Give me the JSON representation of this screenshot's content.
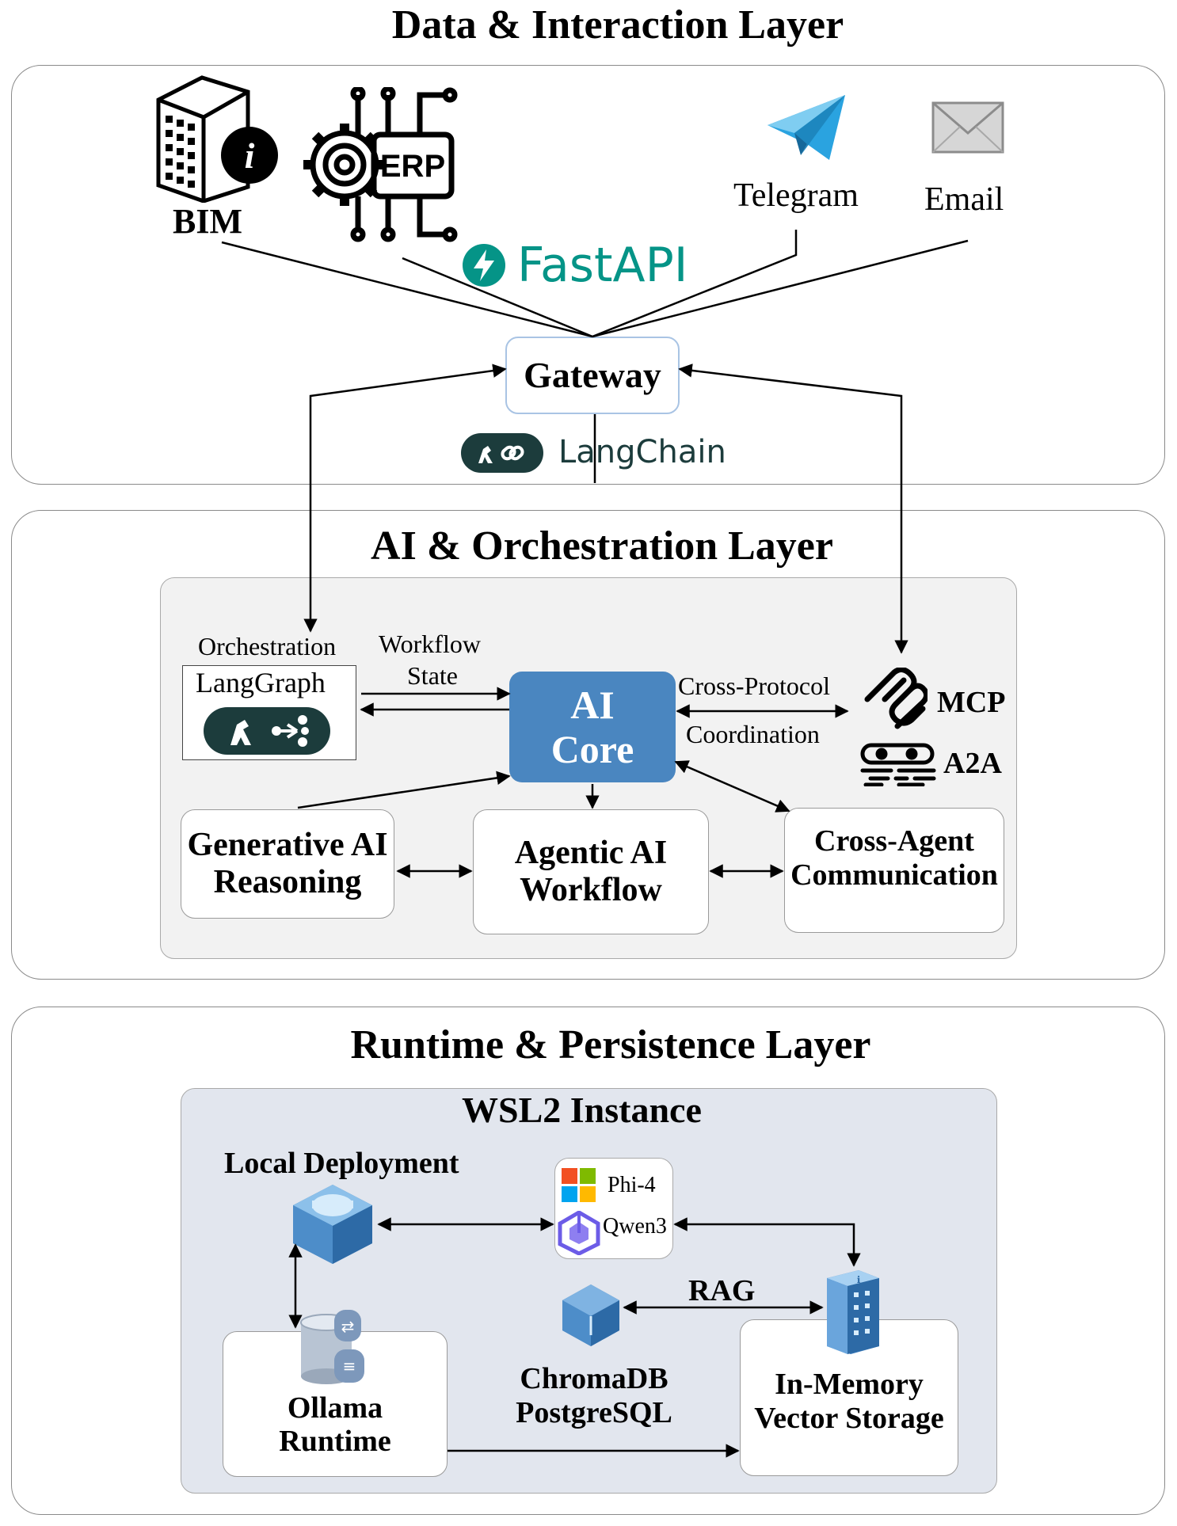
{
  "layers": {
    "data": {
      "title": "Data & Interaction Layer"
    },
    "ai": {
      "title": "AI & Orchestration Layer"
    },
    "runtime": {
      "title": "Runtime & Persistence Layer"
    }
  },
  "data_layer": {
    "bim_label": "BIM",
    "erp_label": "ERP",
    "telegram_label": "Telegram",
    "email_label": "Email",
    "fastapi_label": "FastAPI",
    "gateway_label": "Gateway",
    "langchain_label": "LangChain"
  },
  "ai_layer": {
    "orchestration_label": "Orchestration",
    "langgraph_label": "LangGraph",
    "workflow_state_line1": "Workflow",
    "workflow_state_line2": "State",
    "ai_core_line1": "AI",
    "ai_core_line2": "Core",
    "cross_protocol_label": "Cross-Protocol",
    "coordination_label": "Coordination",
    "mcp_label": "MCP",
    "a2a_label": "A2A",
    "gen_ai_line1": "Generative AI",
    "gen_ai_line2": "Reasoning",
    "agentic_line1": "Agentic AI",
    "agentic_line2": "Workflow",
    "cross_agent_line1": "Cross-Agent",
    "cross_agent_line2": "Communication"
  },
  "runtime_layer": {
    "wsl_title": "WSL2 Instance",
    "local_deployment_label": "Local Deployment",
    "phi_label": "Phi-4",
    "qwen_label": "Qwen3",
    "rag_label": "RAG",
    "chroma_line1": "ChromaDB",
    "chroma_line2": "PostgreSQL",
    "ollama_line1": "Ollama",
    "ollama_line2": "Runtime",
    "inmemory_line1": "In-Memory",
    "inmemory_line2": "Vector Storage"
  },
  "colors": {
    "ai_core": "#4a86c0",
    "fastapi": "#059487",
    "langchain": "#1c3c3c",
    "telegram": "#2aa3e0",
    "wsl_panel": "#e2e6ee",
    "ai_panel": "#f2f2f2",
    "ms_red": "#f25022",
    "ms_green": "#7fba00",
    "ms_blue": "#00a4ef",
    "ms_yellow": "#ffb900",
    "qwen": "#6c5ce7",
    "db_blue": "#4d8dc9"
  },
  "icons": [
    "building-info-icon",
    "erp-gear-icon",
    "telegram-icon",
    "email-icon",
    "fastapi-bolt-icon",
    "langchain-icon",
    "langgraph-icon",
    "mcp-icon",
    "a2a-icon",
    "microsoft-icon",
    "qwen-icon",
    "deployment-cube-icon",
    "database-icon",
    "chromadb-cube-icon",
    "server-storage-icon"
  ]
}
